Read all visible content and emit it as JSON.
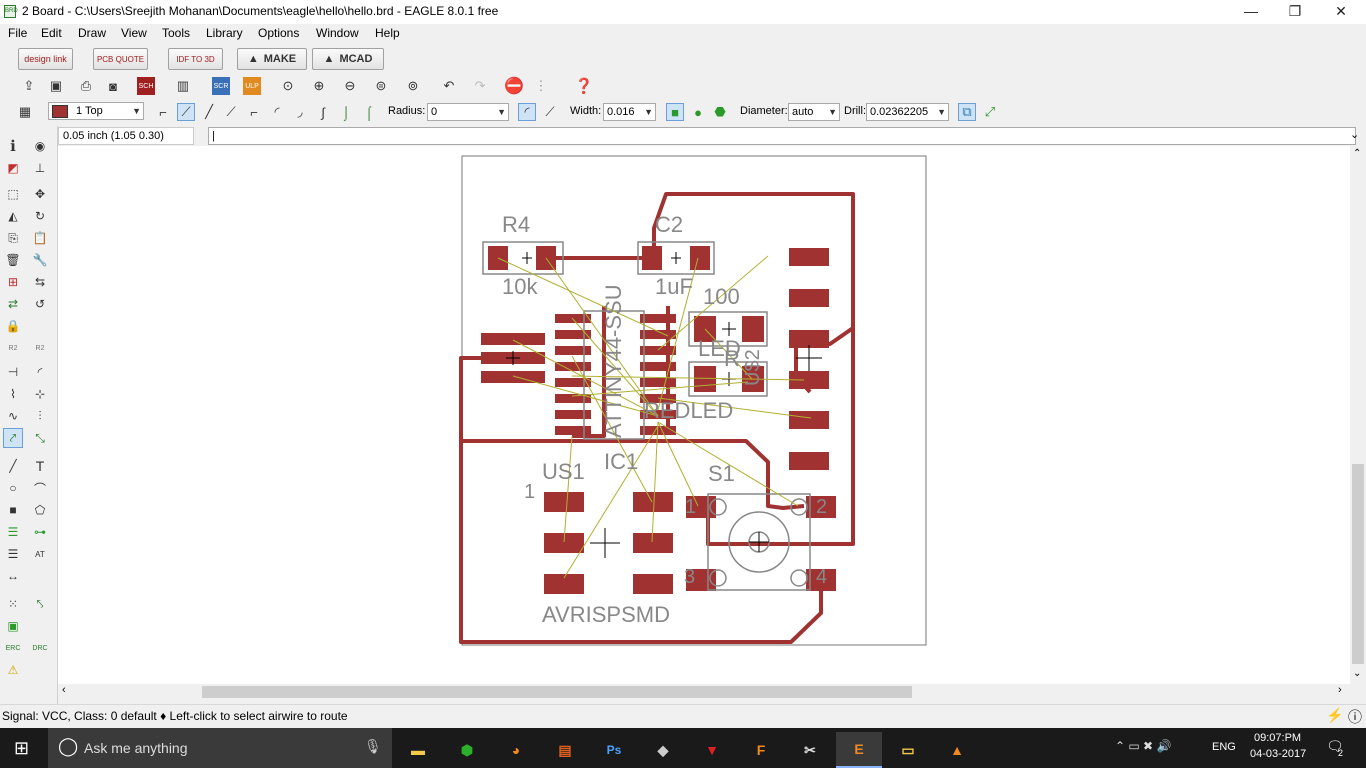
{
  "window": {
    "title": "2 Board - C:\\Users\\Sreejith Mohanan\\Documents\\eagle\\hello\\hello.brd - EAGLE 8.0.1 free",
    "minimize": "—",
    "restore": "❐",
    "close": "✕"
  },
  "menu": [
    "File",
    "Edit",
    "Draw",
    "View",
    "Tools",
    "Library",
    "Options",
    "Window",
    "Help"
  ],
  "fusion_toolbar": {
    "designlink": "design link",
    "pcbquote": "PCB QUOTE",
    "idf": "IDF TO 3D",
    "make": "MAKE",
    "mcad": "MCAD"
  },
  "param_toolbar": {
    "layer": "1 Top",
    "radius_label": "Radius:",
    "radius_value": "0",
    "width_label": "Width:",
    "width_value": "0.016",
    "diameter_label": "Diameter:",
    "diameter_value": "auto",
    "drill_label": "Drill:",
    "drill_value": "0.02362205"
  },
  "command": {
    "coords": "0.05 inch (1.05 0.30)",
    "input": "|"
  },
  "board": {
    "labels": {
      "r4": "R4",
      "r4_value": "10k",
      "c2": "C2",
      "c2_value": "1uF",
      "r_value": "100",
      "led_name": "LED",
      "r_name": "R",
      "u2": "U$2",
      "chip": "ATTINY44-SSU",
      "ic1": "IC1",
      "redled": "REDLED",
      "s1": "S1",
      "pin1": "1",
      "pin2": "2",
      "pin3": "3",
      "pin4": "4",
      "us1": "US1",
      "us1_pin": "1",
      "avrisp": "AVRISPSMD"
    },
    "colors": {
      "trace": "#a03232",
      "pad": "#a03232",
      "silk": "#888888",
      "airwire": "#b0b030"
    }
  },
  "status": {
    "text": "Signal: VCC, Class: 0 default  ♦ Left-click to select airwire to route"
  },
  "taskbar": {
    "search_placeholder": "Ask me anything",
    "language": "ENG",
    "time": "09:07:PM",
    "date": "04-03-2017",
    "notif_count": "2"
  }
}
